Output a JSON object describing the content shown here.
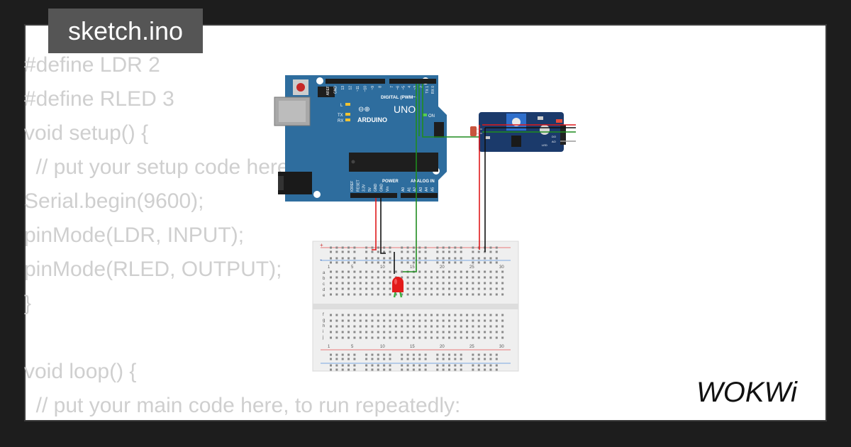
{
  "file_tab": {
    "label": "sketch.ino"
  },
  "code_lines": [
    "#define LDR 2",
    "#define RLED 3",
    "void setup() {",
    "  // put your setup code here, to run once:",
    "Serial.begin(9600);",
    "pinMode(LDR, INPUT);",
    "pinMode(RLED, OUTPUT);",
    "}",
    "",
    "void loop() {",
    "  // put your main code here, to run repeatedly:"
  ],
  "arduino": {
    "brand": "ARDUINO",
    "model": "UNO",
    "digital_header": "DIGITAL (PWM~)",
    "on_label": "ON",
    "tx_label": "TX",
    "rx_label": "RX",
    "l_label": "L",
    "power_label": "POWER",
    "analog_label": "ANALOG IN",
    "power_pins": [
      "IOREF",
      "RESET",
      "3.3V",
      "5V",
      "GND",
      "GND",
      "Vin"
    ],
    "analog_pins": [
      "A0",
      "A1",
      "A2",
      "A3",
      "A4",
      "A5"
    ],
    "digital_pins": [
      "AREF",
      "GND",
      "13",
      "12",
      "~11",
      "~10",
      "~9",
      "8",
      "7",
      "~6",
      "~5",
      "4",
      "~3",
      "2",
      "TX 1",
      "RX 0"
    ],
    "board_color": "#2e6d9e"
  },
  "breadboard": {
    "column_numbers": [
      "1",
      "5",
      "10",
      "15",
      "20",
      "25",
      "30"
    ],
    "row_letters_top": [
      "a",
      "b",
      "c",
      "d",
      "e"
    ],
    "row_letters_bottom": [
      "f",
      "g",
      "h",
      "i",
      "j"
    ],
    "rail_plus": "+",
    "rail_minus": "-"
  },
  "ldr_module": {
    "label_do": "DO",
    "label_ao": "AO",
    "label_led": "LED"
  },
  "wire_colors": {
    "red": "#e0191b",
    "black": "#111111",
    "green": "#1f8c1f",
    "gray": "#9a9a9a"
  },
  "led_color": "#e21b1b",
  "logo": {
    "text": "WOKWi"
  }
}
